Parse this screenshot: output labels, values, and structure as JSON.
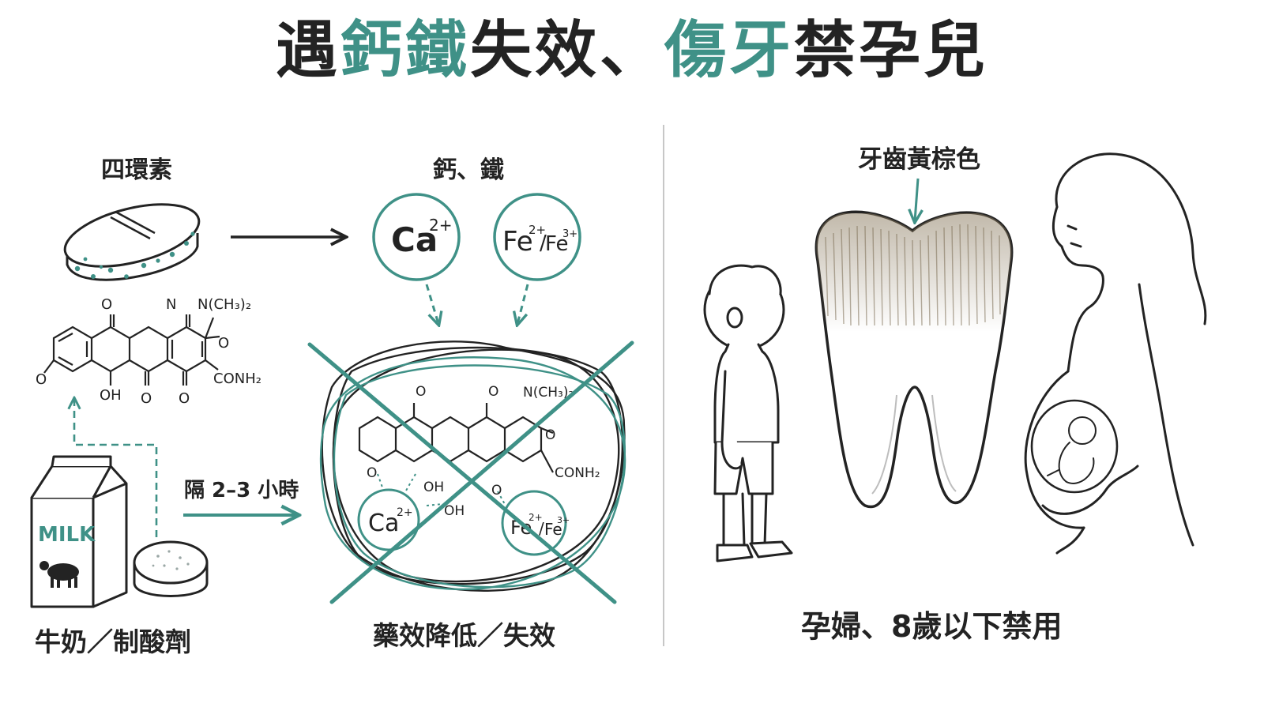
{
  "title": {
    "segments": [
      {
        "text": "遇",
        "accent": false
      },
      {
        "text": "鈣鐵",
        "accent": true
      },
      {
        "text": "失效",
        "accent": false
      },
      {
        "text": "、",
        "accent": false
      },
      {
        "text": "傷牙",
        "accent": true
      },
      {
        "text": "禁孕兒",
        "accent": false
      }
    ]
  },
  "colors": {
    "accent": "#3f9187",
    "ink": "#232323",
    "tooth_stain": "#8a7a5e"
  },
  "left": {
    "tetracycline_label": "四環素",
    "ions_label": "鈣、鐵",
    "ca_ion": {
      "symbol": "Ca",
      "charge": "2+"
    },
    "fe_ion": {
      "symbol1": "Fe",
      "charge1": "2+",
      "slash": "/",
      "symbol2": "Fe",
      "charge2": "3+"
    },
    "molecule": {
      "o1": "O",
      "n": "N",
      "nme2": "N(CH₃)₂",
      "o2": "O",
      "conh2": "CONH₂",
      "oh": "OH",
      "o3": "O",
      "o4": "O",
      "o5": "O"
    },
    "complex": {
      "o1": "O",
      "o2": "O",
      "nme2": "N(CH₃)₂",
      "o3": "O",
      "conh2": "CONH₂",
      "oh1": "OH",
      "oh2": "OH",
      "o4": "O",
      "o5": "O"
    },
    "milk_text": "MILK",
    "interval_label": "隔 2–3 小時",
    "milk_antacid_label": "牛奶／制酸劑",
    "effect_label": "藥效降低／失效"
  },
  "right": {
    "tooth_label": "牙齒黃棕色",
    "warning_label": "孕婦、8歲以下禁用"
  }
}
